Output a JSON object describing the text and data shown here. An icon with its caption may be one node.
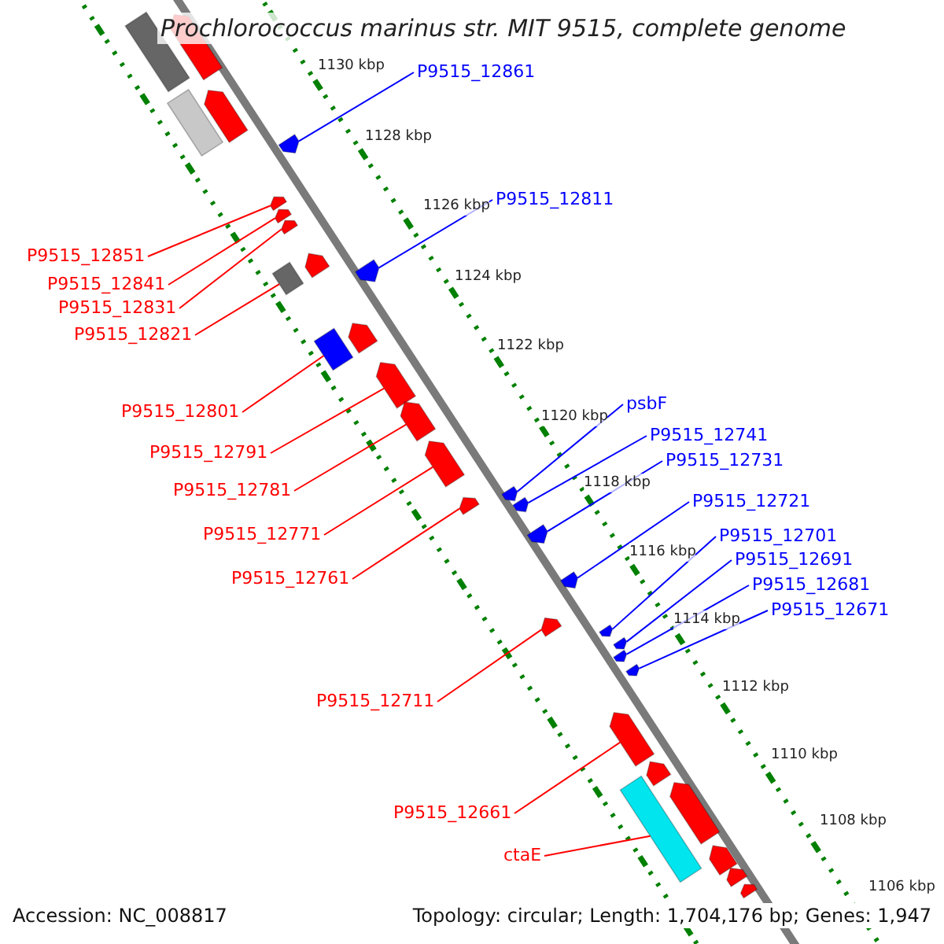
{
  "diagram": {
    "title": "Prochlorococcus marinus str. MIT 9515, complete genome",
    "nodes": [
      {
        "text": [
          "P9515_12861"
        ]
      },
      {
        "text": [
          "P9515_12811"
        ]
      },
      {
        "text": [
          "P9515_12851"
        ]
      },
      {
        "text": [
          "P9515_12841"
        ]
      },
      {
        "text": [
          "P9515_12831"
        ]
      },
      {
        "text": [
          "P9515_12821"
        ]
      },
      {
        "text": [
          "P9515_12801"
        ]
      },
      {
        "text": [
          "psbF"
        ]
      },
      {
        "text": [
          "P9515_12741"
        ]
      },
      {
        "text": [
          "P9515_12731"
        ]
      },
      {
        "text": [
          "P9515_12791"
        ]
      },
      {
        "text": [
          "P9515_12781"
        ]
      },
      {
        "text": [
          "P9515_12721"
        ]
      },
      {
        "text": [
          "P9515_12771"
        ]
      },
      {
        "text": [
          "P9515_12701"
        ]
      },
      {
        "text": [
          "P9515_12691"
        ]
      },
      {
        "text": [
          "P9515_12761"
        ]
      },
      {
        "text": [
          "P9515_12681"
        ]
      },
      {
        "text": [
          "P9515_12671"
        ]
      },
      {
        "text": [
          "P9515_12711"
        ]
      },
      {
        "text": [
          "P9515_12661"
        ]
      },
      {
        "text": [
          "ctaE"
        ]
      },
      {
        "text": [],
        "shape": "arrow"
      },
      {
        "text": [],
        "shape": "bar"
      },
      {
        "text": [],
        "shape": "arrow"
      },
      {
        "text": [],
        "shape": "bar"
      },
      {
        "text": [],
        "shape": "arrow"
      },
      {
        "text": [],
        "shape": "arrow"
      },
      {
        "text": [],
        "shape": "arrow"
      },
      {
        "text": [],
        "shape": "arrow"
      },
      {
        "text": [],
        "shape": "arrow"
      },
      {
        "text": [],
        "shape": "arrow"
      },
      {
        "text": [],
        "shape": "bar"
      },
      {
        "text": [],
        "shape": "arrow"
      },
      {
        "text": [],
        "shape": "bar"
      },
      {
        "text": [],
        "shape": "arrow"
      },
      {
        "text": [],
        "shape": "arrow"
      },
      {
        "text": [],
        "shape": "arrow"
      },
      {
        "text": [],
        "shape": "arrow"
      },
      {
        "text": [],
        "shape": "arrow"
      },
      {
        "text": [],
        "shape": "arrow"
      },
      {
        "text": [],
        "shape": "arrow"
      },
      {
        "text": [],
        "shape": "arrow"
      },
      {
        "text": [],
        "shape": "arrow"
      },
      {
        "text": [],
        "shape": "arrow"
      },
      {
        "text": [],
        "shape": "arrow"
      },
      {
        "text": [],
        "shape": "arrow"
      },
      {
        "text": [],
        "shape": "arrow"
      },
      {
        "text": [],
        "shape": "arrow"
      },
      {
        "text": [],
        "shape": "arrow"
      },
      {
        "text": [],
        "shape": "arrow"
      },
      {
        "text": [],
        "shape": "bar"
      },
      {
        "text": [],
        "shape": "arrow"
      },
      {
        "text": [],
        "shape": "arrow"
      },
      {
        "text": [],
        "shape": "arrow"
      }
    ],
    "edges": [
      {
        "from": 0,
        "to": 26,
        "arrow": "none",
        "color": "#0000ff"
      },
      {
        "from": 1,
        "to": 31,
        "arrow": "none",
        "color": "#0000ff"
      },
      {
        "from": 2,
        "to": 27,
        "arrow": "none"
      },
      {
        "from": 3,
        "to": 28,
        "arrow": "none"
      },
      {
        "from": 4,
        "to": 29,
        "arrow": "none"
      },
      {
        "from": 5,
        "to": 32,
        "arrow": "none"
      },
      {
        "from": 6,
        "to": 34,
        "arrow": "none"
      },
      {
        "from": 7,
        "to": 38,
        "arrow": "none",
        "color": "#0000ff"
      },
      {
        "from": 8,
        "to": 40,
        "arrow": "none",
        "color": "#0000ff"
      },
      {
        "from": 9,
        "to": 41,
        "arrow": "none",
        "color": "#0000ff"
      },
      {
        "from": 10,
        "to": 35,
        "arrow": "none"
      },
      {
        "from": 11,
        "to": 36,
        "arrow": "none"
      },
      {
        "from": 12,
        "to": 42,
        "arrow": "none",
        "color": "#0000ff"
      },
      {
        "from": 13,
        "to": 37,
        "arrow": "none"
      },
      {
        "from": 14,
        "to": 44,
        "arrow": "none",
        "color": "#0000ff"
      },
      {
        "from": 15,
        "to": 45,
        "arrow": "none",
        "color": "#0000ff"
      },
      {
        "from": 16,
        "to": 39,
        "arrow": "none"
      },
      {
        "from": 17,
        "to": 46,
        "arrow": "none",
        "color": "#0000ff"
      },
      {
        "from": 18,
        "to": 47,
        "arrow": "none",
        "color": "#0000ff"
      },
      {
        "from": 19,
        "to": 43,
        "arrow": "none"
      },
      {
        "from": 20,
        "to": 48,
        "arrow": "none"
      },
      {
        "from": 21,
        "to": 51,
        "arrow": "none"
      }
    ],
    "labels": [
      "1130 kbp",
      "1128 kbp",
      "1126 kbp",
      "1124 kbp",
      "1122 kbp",
      "1120 kbp",
      "1118 kbp",
      "1116 kbp",
      "1114 kbp",
      "1112 kbp",
      "1110 kbp",
      "1108 kbp",
      "1106 kbp",
      "Accession: NC_008817",
      "Topology: circular; Length: 1,704,176 bp; Genes: 1,947"
    ]
  }
}
